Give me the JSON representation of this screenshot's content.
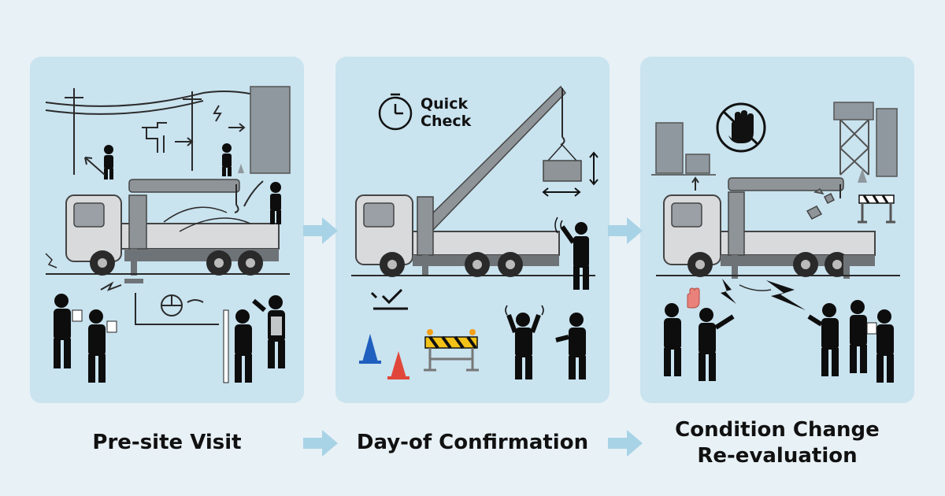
{
  "colors": {
    "background": "#e8f1f6",
    "panel": "#c9e3ef",
    "arrow": "#a8d3e6",
    "truck_body": "#d9dadb",
    "crane": "#8f9498",
    "figure": "#0d0d0d",
    "cone_blue": "#1f5fbf",
    "cone_red": "#e0473a",
    "barrier_yellow": "#f2c218"
  },
  "steps": [
    {
      "label": "Pre-site Visit",
      "icons": [
        "power-line-icon",
        "truck-crane-icon",
        "clipboard-icon",
        "measuring-pole-icon",
        "ground-crack-icon",
        "utility-pipe-icon"
      ]
    },
    {
      "label": "Day-of Confirmation",
      "icons": [
        "stopwatch-icon",
        "truck-crane-icon",
        "suspended-load-icon",
        "checkmark-icon",
        "traffic-cone-icon",
        "barrier-icon",
        "signaler-icon"
      ]
    },
    {
      "label": "Condition Change Re-evaluation",
      "label_lines": [
        "Condition Change",
        "Re-evaluation"
      ],
      "icons": [
        "stop-hand-icon",
        "truck-crane-icon",
        "falling-debris-icon",
        "lightning-crack-icon",
        "barrier-icon",
        "stop-hand-icon"
      ]
    }
  ],
  "quick_check": {
    "line1": "Quick",
    "line2": "Check"
  }
}
